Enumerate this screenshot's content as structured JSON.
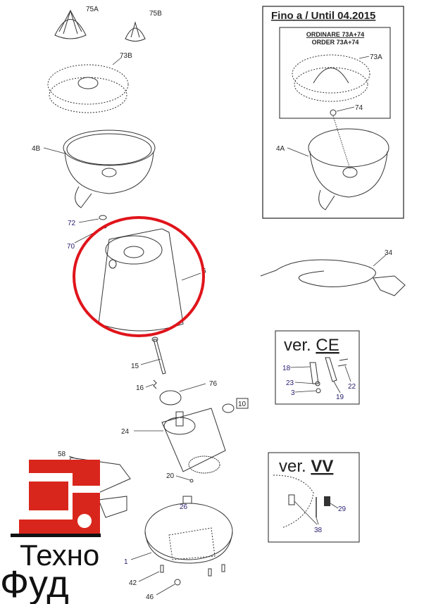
{
  "labels": {
    "p75A": "75A",
    "p75B": "75B",
    "p73B": "73B",
    "p4B": "4B",
    "p72": "72",
    "p70": "70",
    "p6": "6",
    "p15": "15",
    "p16": "16",
    "p76": "76",
    "p10": "10",
    "p24": "24",
    "p58": "58",
    "p20": "20",
    "p26": "26",
    "p1": "1",
    "p42": "42",
    "p46": "46",
    "p34": "34"
  },
  "until_box": {
    "title": "Fino a / Until 04.2015",
    "order_it": "ORDINARE 73A+74",
    "order_en": "ORDER 73A+74",
    "p73A": "73A",
    "p74": "74",
    "p4A": "4A"
  },
  "ce_box": {
    "title_prefix": "ver. ",
    "title_code": "CE",
    "p18": "18",
    "p23": "23",
    "p3": "3",
    "p19": "19",
    "p22": "22"
  },
  "vv_box": {
    "title_prefix": "ver. ",
    "title_code": "VV",
    "p29": "29",
    "p38": "38"
  },
  "logo": {
    "line1": "Техно",
    "line2": "Фуд",
    "color": "#d9261c"
  },
  "highlight_color": "#e0141b"
}
